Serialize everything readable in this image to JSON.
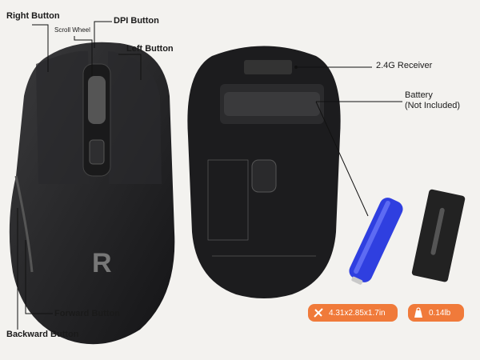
{
  "labels": {
    "right_button": "Right Button",
    "scroll_wheel": "Scroll Wheel",
    "dpi_button": "DPI Button",
    "left_button": "Left Button",
    "receiver": "2.4G Receiver",
    "battery_line1": "Battery",
    "battery_line2": "(Not Included)",
    "forward_button": "Forward Button",
    "backward_button": "Backward Button"
  },
  "specs": {
    "dimensions": "4.31x2.85x1.7in",
    "weight": "0.14lb"
  },
  "colors": {
    "background": "#f3f2ef",
    "badge": "#f07a3a",
    "battery": "#2f3fe0"
  },
  "icons": {
    "dimensions": "ruler-pencil-icon",
    "weight": "weight-icon"
  }
}
